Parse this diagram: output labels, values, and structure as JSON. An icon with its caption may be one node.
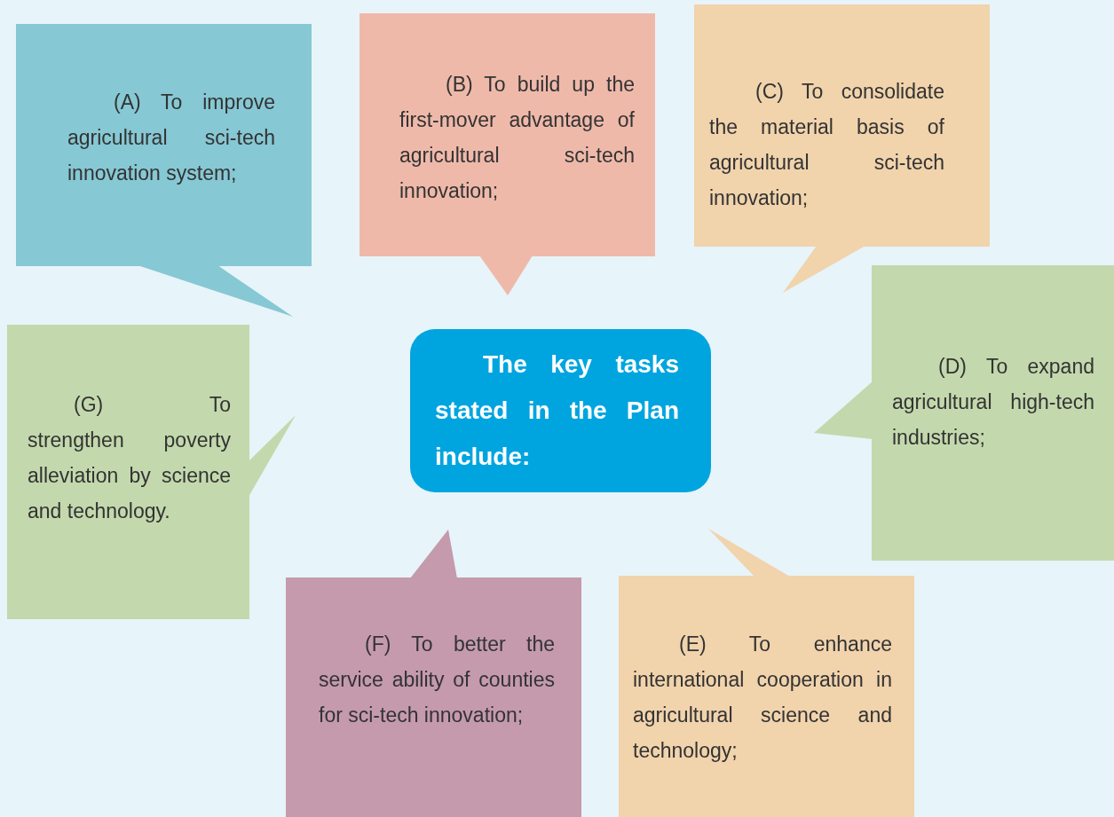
{
  "diagram": {
    "nodes": [
      {
        "text": [
          "(A) To improve agricultural sci-tech innovation system;"
        ]
      },
      {
        "text": [
          "(B) To build up the first-mover advantage of agricultural sci-tech innovation;"
        ]
      },
      {
        "text": [
          "(C) To consolidate the material basis of agricultural sci-tech innovation;"
        ]
      },
      {
        "text": [
          "The key tasks stated in the Plan include:"
        ]
      },
      {
        "text": [
          "(D) To expand agricultural high-tech industries;"
        ]
      },
      {
        "text": [
          "(G) To strengthen poverty alleviation by science and technology."
        ]
      },
      {
        "text": [
          "(F) To better the service ability of counties for sci-tech innovation;"
        ]
      },
      {
        "text": [
          "(E) To enhance international cooperation in agricultural science and technology;"
        ]
      }
    ]
  }
}
